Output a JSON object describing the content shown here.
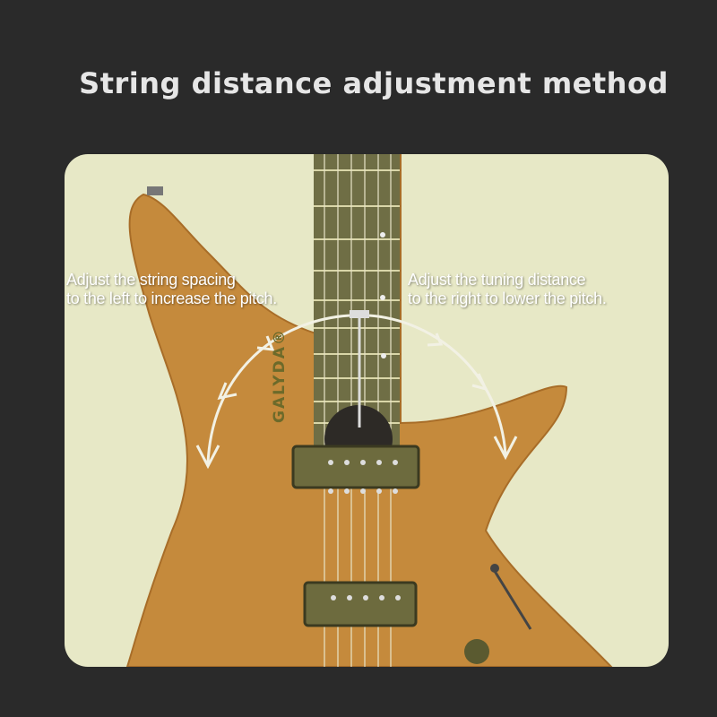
{
  "title": "String distance adjustment method",
  "left_note": {
    "line1": "Adjust the string spacing",
    "line2": "to the left to increase the pitch."
  },
  "right_note": {
    "line1": "Adjust the tuning distance",
    "line2": "to the right to lower the pitch."
  },
  "brand": "GALYDA®",
  "colors": {
    "background": "#2a2a2a",
    "panel": "#e7e8c6",
    "wood": "#c58a3c",
    "fretboard": "#6f6e45"
  }
}
